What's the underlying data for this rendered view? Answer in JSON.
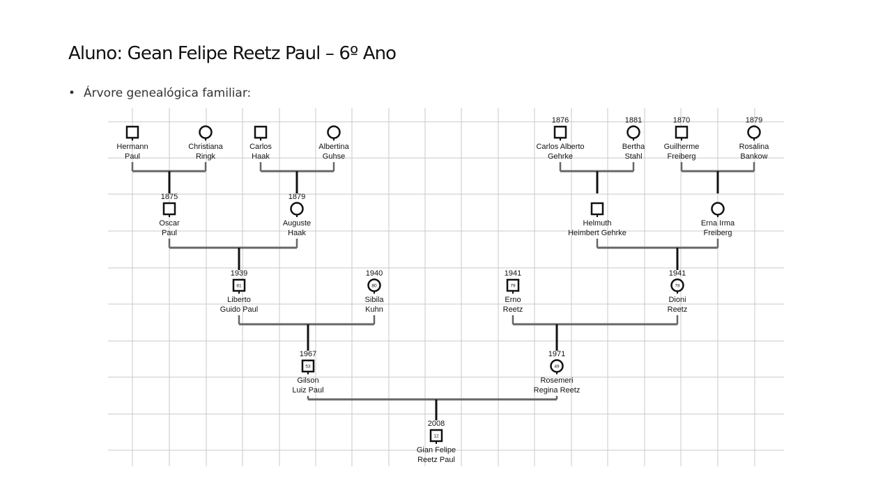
{
  "slide": {
    "title": "Aluno: Gean Felipe Reetz Paul – 6º Ano",
    "bullet": "Árvore genealógica familiar:",
    "bullet_symbol": "•"
  },
  "family_tree": {
    "people": [
      {
        "id": "hermann",
        "year": "",
        "name1": "Hermann",
        "name2": "Paul",
        "sex": "male",
        "age": ""
      },
      {
        "id": "christiana",
        "year": "",
        "name1": "Christiana",
        "name2": "Ringk",
        "sex": "female",
        "age": ""
      },
      {
        "id": "carlos-haak",
        "year": "",
        "name1": "Carlos",
        "name2": "Haak",
        "sex": "male",
        "age": ""
      },
      {
        "id": "albertina",
        "year": "",
        "name1": "Albertina",
        "name2": "Guhse",
        "sex": "female",
        "age": ""
      },
      {
        "id": "carlos-gehrke",
        "year": "1876",
        "name1": "Carlos Alberto",
        "name2": "Gehrke",
        "sex": "male",
        "age": ""
      },
      {
        "id": "bertha",
        "year": "1881",
        "name1": "Bertha",
        "name2": "Stahl",
        "sex": "female",
        "age": ""
      },
      {
        "id": "guilherme",
        "year": "1870",
        "name1": "Guilherme",
        "name2": "Freiberg",
        "sex": "male",
        "age": ""
      },
      {
        "id": "rosalina",
        "year": "1879",
        "name1": "Rosalina",
        "name2": "Bankow",
        "sex": "female",
        "age": ""
      },
      {
        "id": "oscar",
        "year": "1875",
        "name1": "Oscar",
        "name2": "Paul",
        "sex": "male",
        "age": ""
      },
      {
        "id": "auguste",
        "year": "1879",
        "name1": "Auguste",
        "name2": "Haak",
        "sex": "female",
        "age": ""
      },
      {
        "id": "helmuth",
        "year": "",
        "name1": "Helmuth",
        "name2": "Heimbert Gehrke",
        "sex": "male",
        "age": ""
      },
      {
        "id": "erna",
        "year": "",
        "name1": "Erna Irma",
        "name2": "Freiberg",
        "sex": "female",
        "age": ""
      },
      {
        "id": "liberto",
        "year": "1939",
        "name1": "Liberto",
        "name2": "Guido Paul",
        "sex": "male",
        "age": "81"
      },
      {
        "id": "sibila",
        "year": "1940",
        "name1": "Sibila",
        "name2": "Kuhn",
        "sex": "female",
        "age": "80"
      },
      {
        "id": "erno",
        "year": "1941",
        "name1": "Erno",
        "name2": "Reetz",
        "sex": "male",
        "age": "79"
      },
      {
        "id": "dioni",
        "year": "1941",
        "name1": "Dioni",
        "name2": "Reetz",
        "sex": "female",
        "age": "78"
      },
      {
        "id": "gilson",
        "year": "1967",
        "name1": "Gilson",
        "name2": "Luiz Paul",
        "sex": "male",
        "age": "53"
      },
      {
        "id": "rosemeri",
        "year": "1971",
        "name1": "Rosemeri",
        "name2": "Regina Reetz",
        "sex": "female",
        "age": "49"
      },
      {
        "id": "gian",
        "year": "2008",
        "name1": "Gian Felipe",
        "name2": "Reetz Paul",
        "sex": "male",
        "age": "12"
      }
    ],
    "unions": [
      {
        "parents": [
          "hermann",
          "christiana"
        ],
        "child": "oscar"
      },
      {
        "parents": [
          "carlos-haak",
          "albertina"
        ],
        "child": "auguste"
      },
      {
        "parents": [
          "carlos-gehrke",
          "bertha"
        ],
        "child": "helmuth"
      },
      {
        "parents": [
          "guilherme",
          "rosalina"
        ],
        "child": "erna"
      },
      {
        "parents": [
          "oscar",
          "auguste"
        ],
        "child": "liberto"
      },
      {
        "parents": [
          "helmuth",
          "erna"
        ],
        "child": "dioni"
      },
      {
        "parents": [
          "liberto",
          "sibila"
        ],
        "child": "gilson"
      },
      {
        "parents": [
          "erno",
          "dioni"
        ],
        "child": "rosemeri"
      },
      {
        "parents": [
          "gilson",
          "rosemeri"
        ],
        "child": "gian"
      }
    ]
  }
}
